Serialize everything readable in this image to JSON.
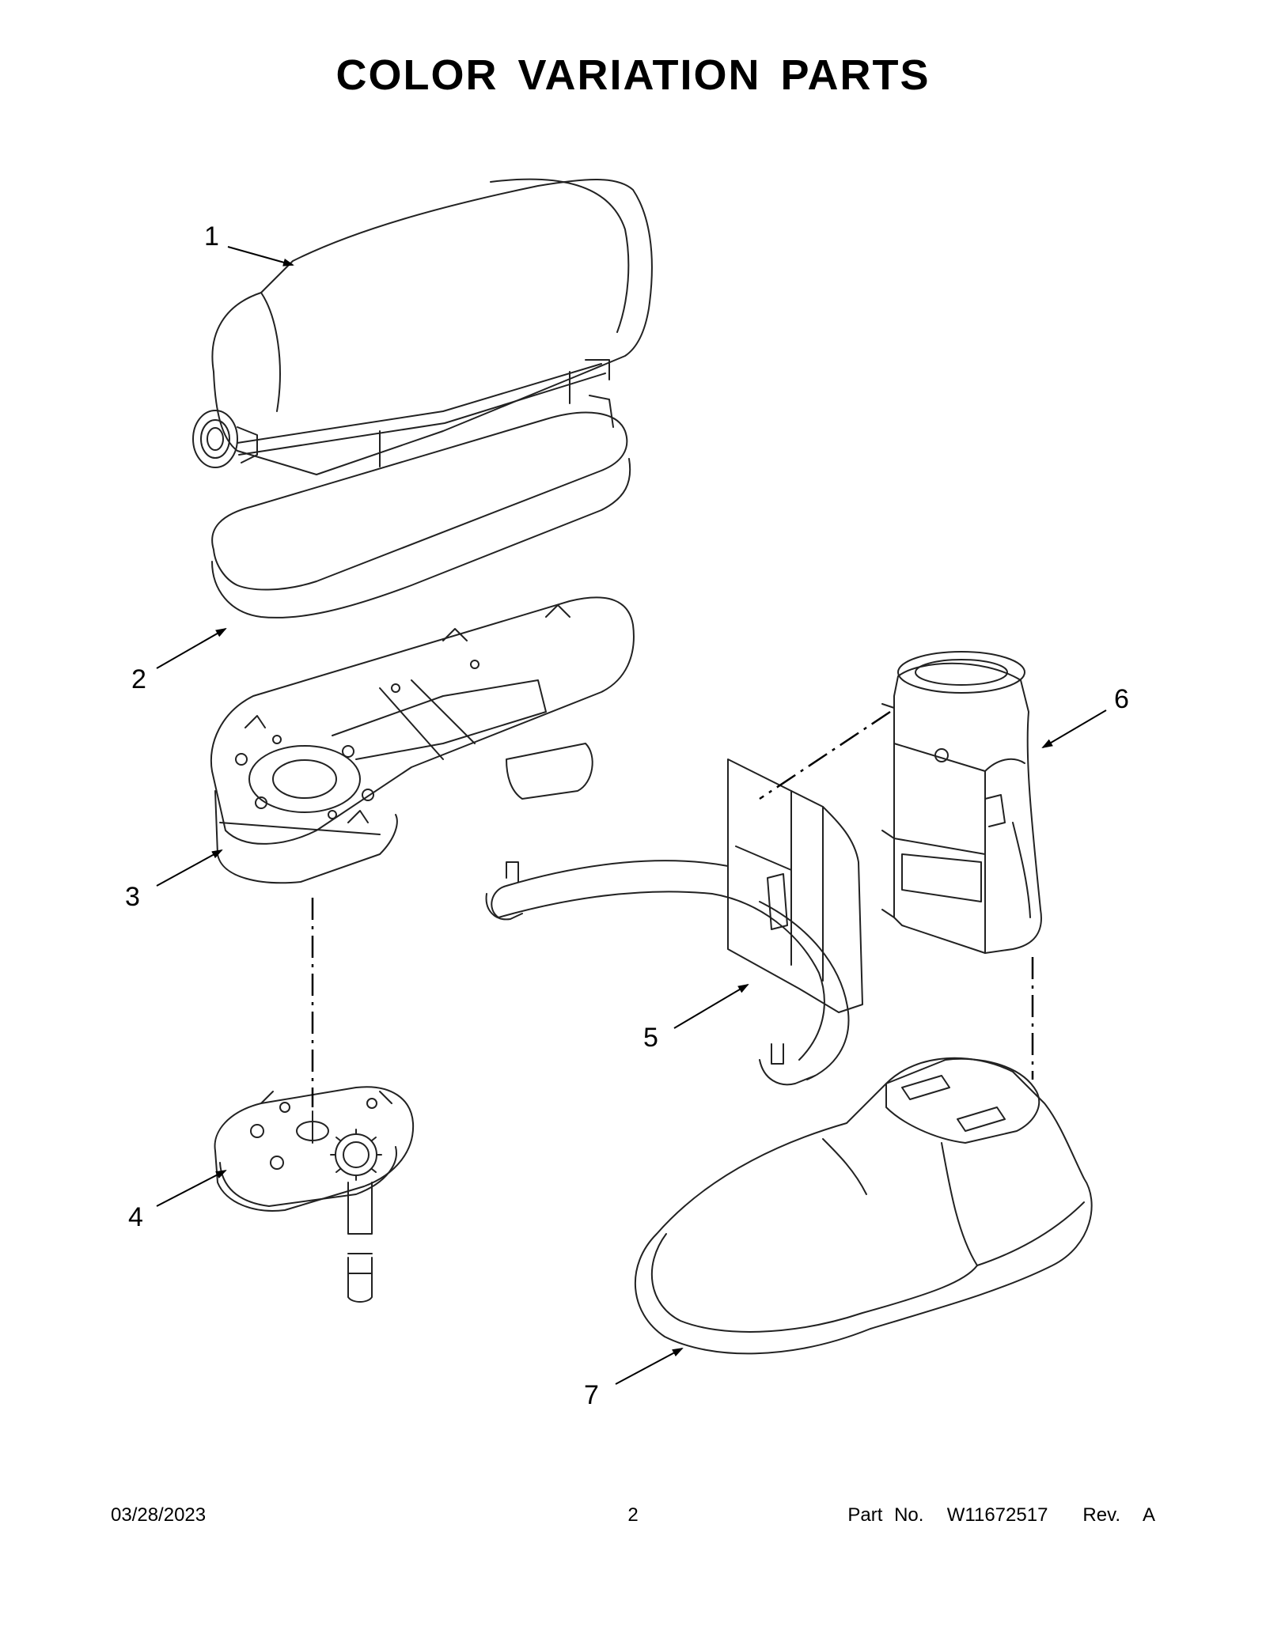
{
  "title": "COLOR VARIATION PARTS",
  "callouts": [
    {
      "id": "1",
      "label": "1"
    },
    {
      "id": "2",
      "label": "2"
    },
    {
      "id": "3",
      "label": "3"
    },
    {
      "id": "4",
      "label": "4"
    },
    {
      "id": "5",
      "label": "5"
    },
    {
      "id": "6",
      "label": "6"
    },
    {
      "id": "7",
      "label": "7"
    }
  ],
  "footer": {
    "date": "03/28/2023",
    "page": "2",
    "part_no": "Part No.  W11672517   Rev.  A"
  }
}
